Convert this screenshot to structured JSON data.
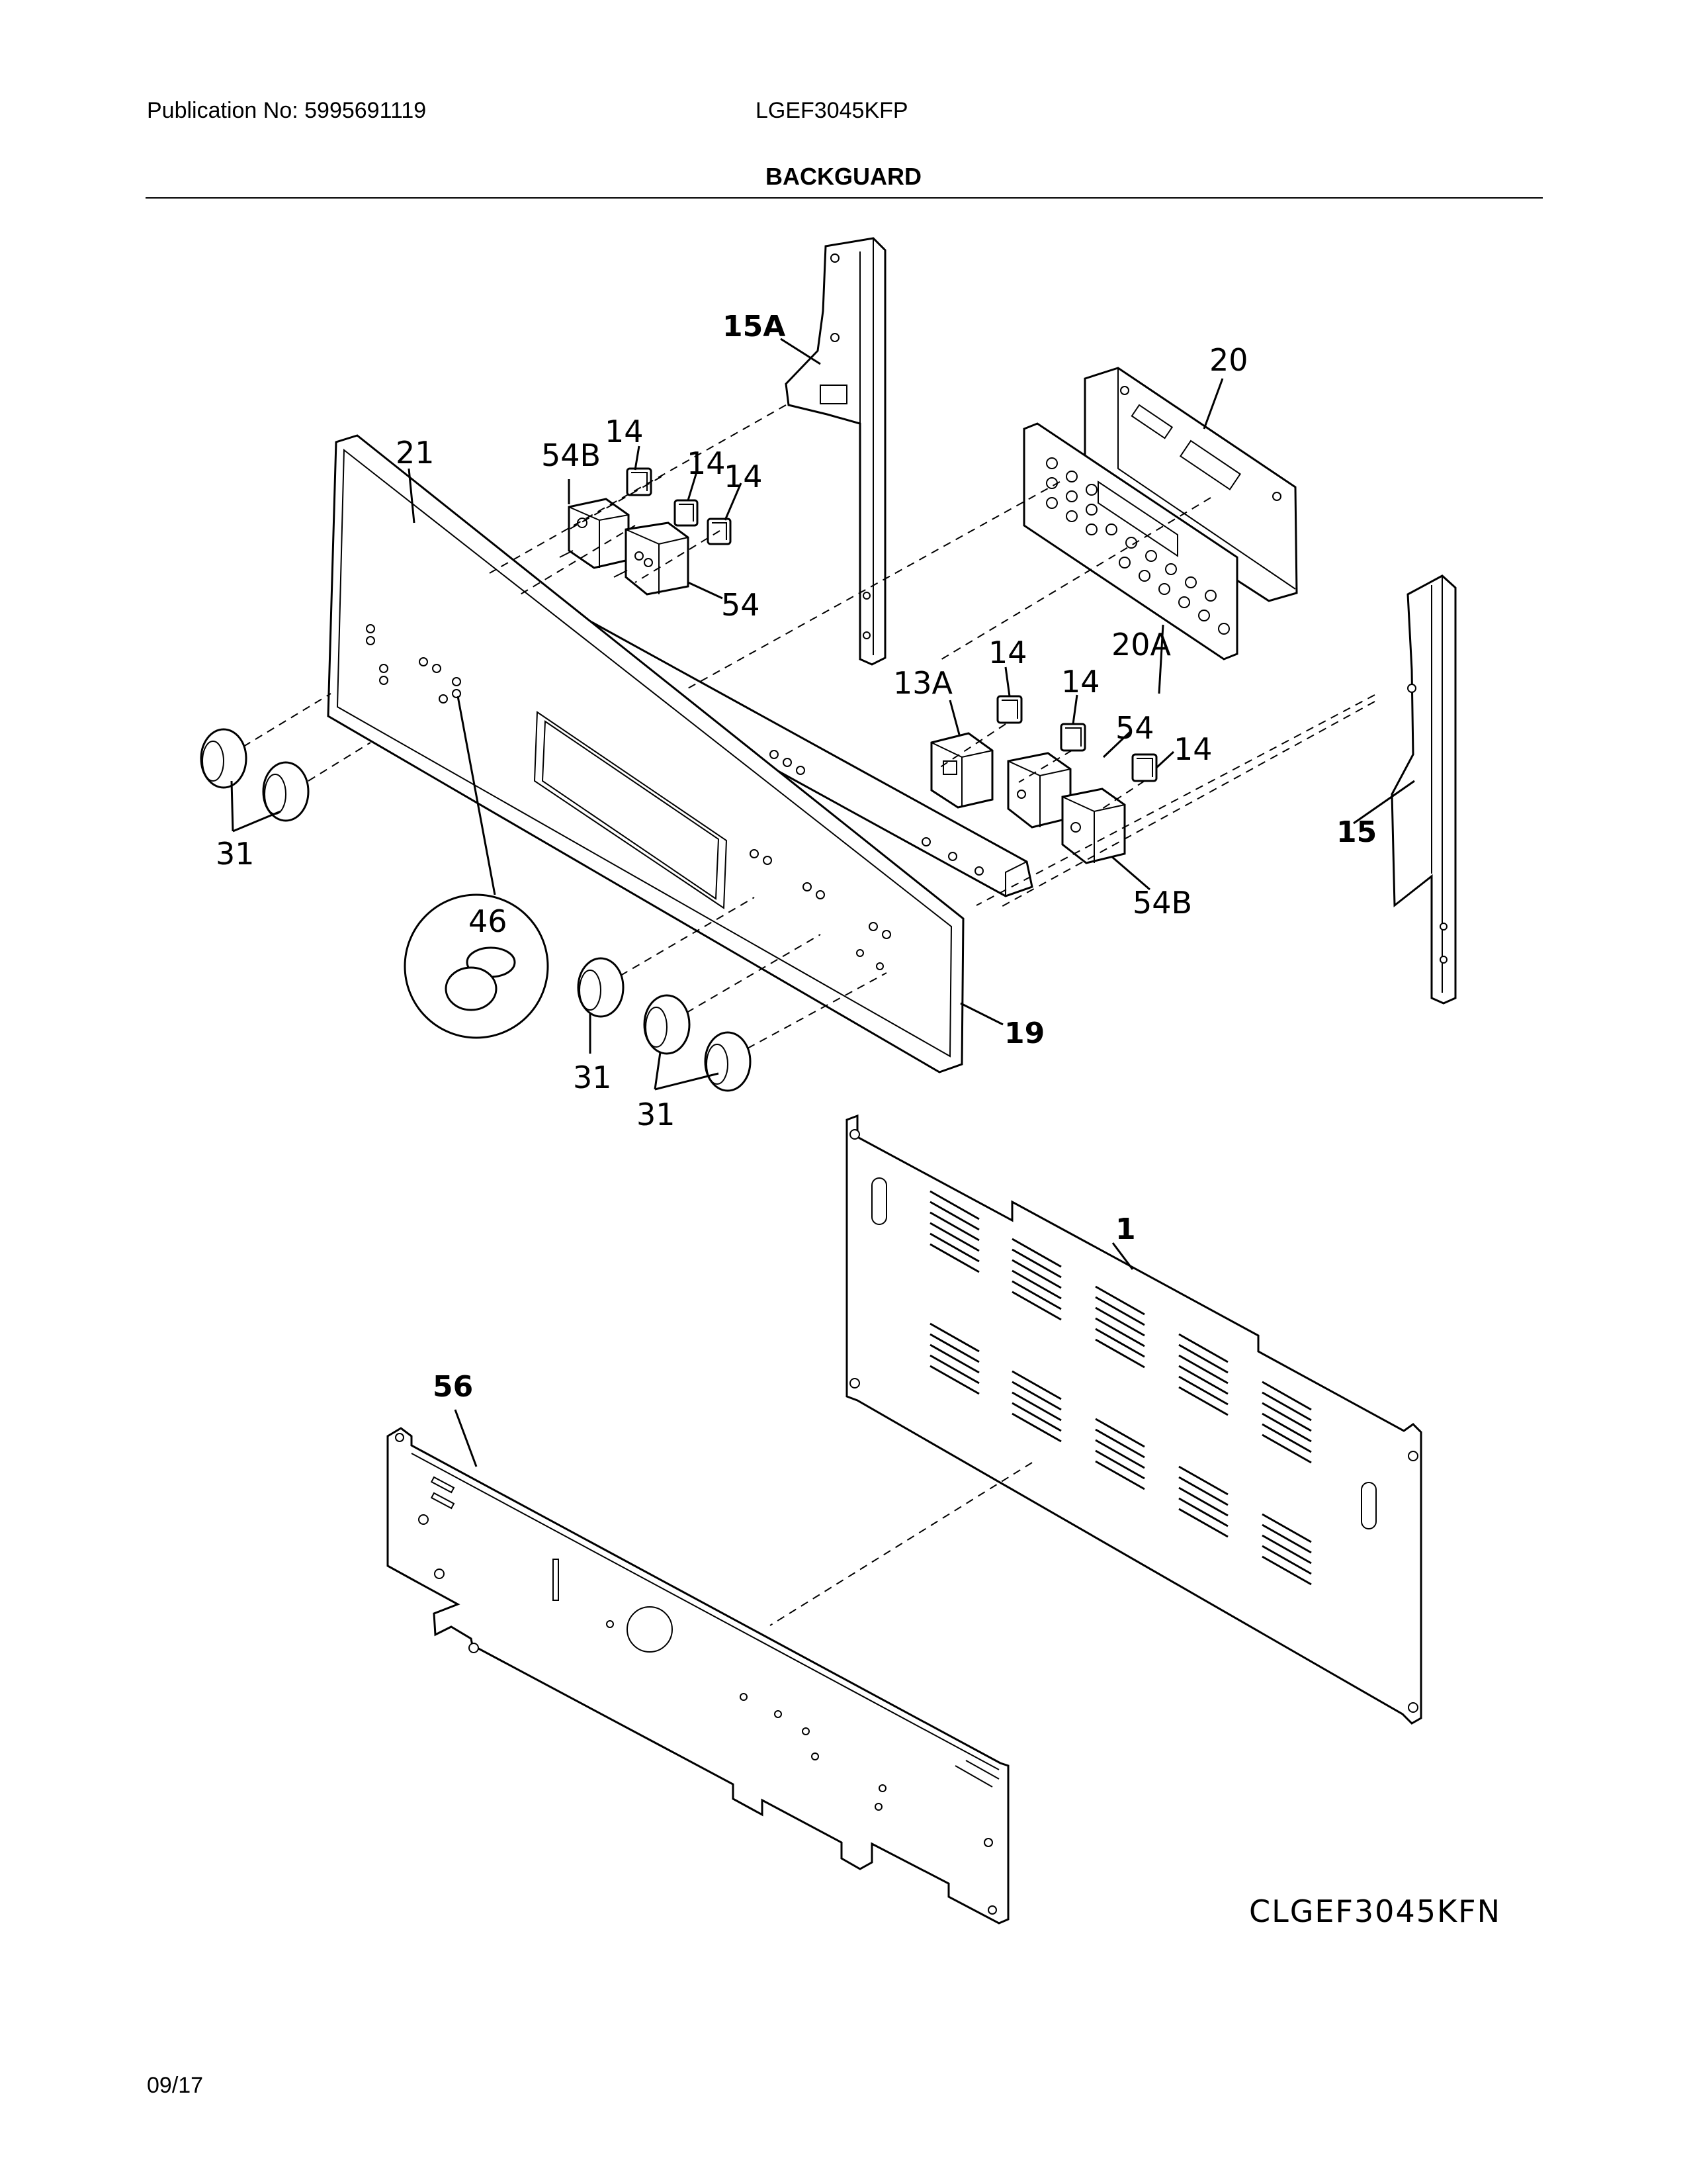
{
  "header": {
    "publication": "Publication No: 5995691119",
    "model": "LGEF3045KFP",
    "section_title": "BACKGUARD"
  },
  "diagram_code": "CLGEF3045KFN",
  "footer": {
    "date": "09/17"
  },
  "callouts": {
    "c15A": "15A",
    "c20": "20",
    "c21": "21",
    "c14a": "14",
    "c54Ba": "54B",
    "c14b": "14",
    "c14c": "14",
    "c54a": "54",
    "c20A": "20A",
    "c14d": "14",
    "c13A": "13A",
    "c14e": "14",
    "c54b": "54",
    "c14f": "14",
    "c15": "15",
    "c31a": "31",
    "c54Bb": "54B",
    "c46": "46",
    "c19": "19",
    "c31b": "31",
    "c31c": "31",
    "c1": "1",
    "c56": "56"
  }
}
